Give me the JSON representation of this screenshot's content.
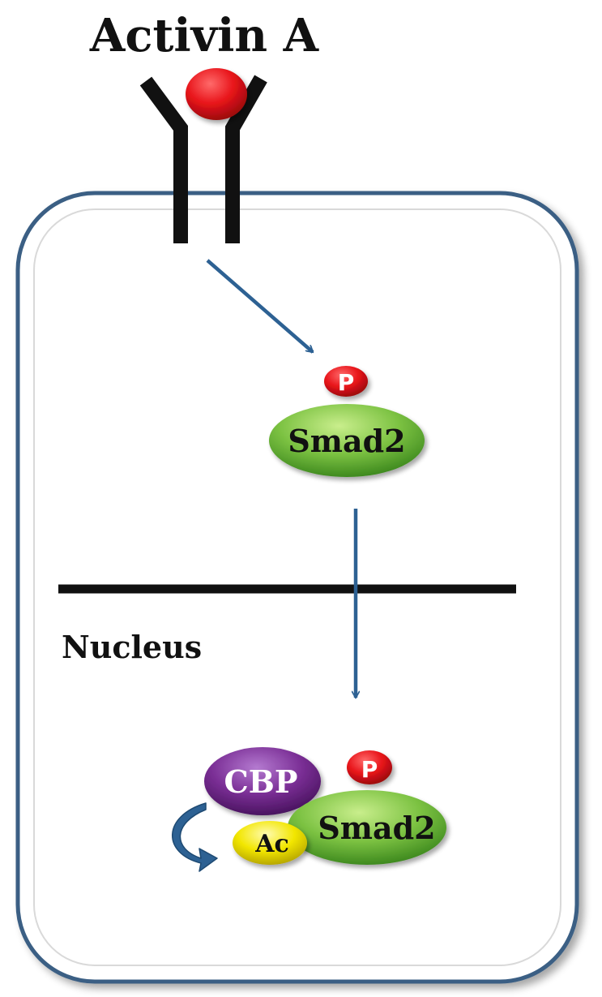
{
  "ligand": {
    "label": "Activin A"
  },
  "compartment": {
    "nucleus_label": "Nucleus"
  },
  "proteins": {
    "smad2_cytoplasm": "Smad2",
    "phospho_cytoplasm": "P",
    "cbp": "CBP",
    "phospho_nucleus": "P",
    "smad2_nucleus": "Smad2",
    "acetyl": "Ac"
  },
  "colors": {
    "ligand": "#e8141a",
    "receptor": "#111111",
    "cell_border": "#3b5f84",
    "arrow": "#2d6193",
    "smad2": "#7cc242",
    "phospho": "#d4111a",
    "cbp": "#7b2f96",
    "acetyl": "#f2e600"
  }
}
